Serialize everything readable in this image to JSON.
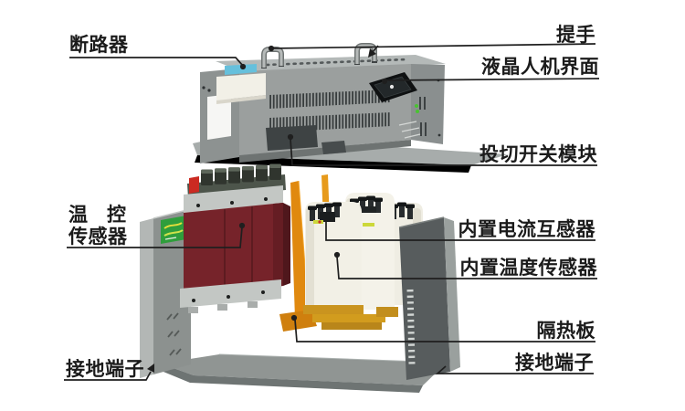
{
  "diagram": {
    "kind": "exploded-view-annotated-diagram",
    "callouts": {
      "breaker": "断路器",
      "handle": "提手",
      "lcd_hmi": "液晶人机界面",
      "switching_module": "投切开关模块",
      "temp_controller_char1": "温",
      "temp_controller_char2": "控",
      "temp_controller_line2": "传感器",
      "built_in_ct": "内置电流互感器",
      "built_in_temp_sensor": "内置温度传感器",
      "heat_shield": "隔热板",
      "ground_terminal_left": "接地端子",
      "ground_terminal_right": "接地端子"
    },
    "colors": {
      "leader_line": "#1f1f1f",
      "enclosure_gray": "#9b9f9e",
      "reactor_red": "#76232a",
      "insulation_orange": "#e0890f",
      "capacitor_base_gold": "#ca941f",
      "breaker_bar_blue": "#66c0dc",
      "led_green": "#49c331",
      "sticker_green": "#2f9e3c"
    }
  }
}
